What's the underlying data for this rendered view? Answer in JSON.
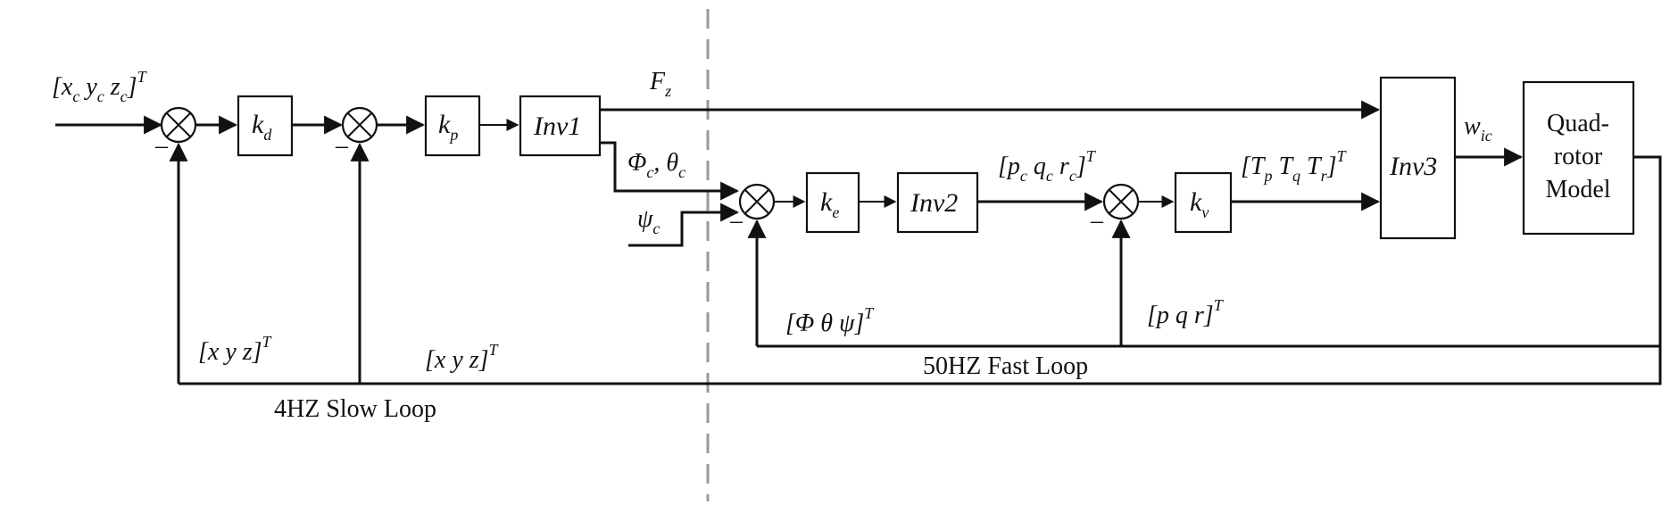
{
  "blocks": {
    "kd": {
      "main": "k",
      "sub": "d"
    },
    "kp": {
      "main": "k",
      "sub": "p"
    },
    "inv1": "Inv1",
    "ke": {
      "main": "k",
      "sub": "e"
    },
    "inv2": "Inv2",
    "kv": {
      "main": "k",
      "sub": "v"
    },
    "inv3": "Inv3",
    "quad": [
      "Quad-",
      "rotor",
      "Model"
    ]
  },
  "signals": {
    "input": {
      "open": "[x",
      "s1": "c",
      "y": " y",
      "s2": "c",
      "z": " z",
      "s3": "c",
      "close": "]",
      "sup": "T"
    },
    "fz": {
      "main": "F",
      "sub": "z"
    },
    "phi_theta": {
      "a": "Φ",
      "s1": "c",
      "b": ", θ",
      "s2": "c"
    },
    "psi": {
      "main": "ψ",
      "sub": "c"
    },
    "pqr_c": {
      "open": "[p",
      "s1": "c",
      "q": " q",
      "s2": "c",
      "r": " r",
      "s3": "c",
      "close": "]",
      "sup": "T"
    },
    "torques": {
      "open": "[T",
      "s1": "p",
      "q": " T",
      "s2": "q",
      "r": " T",
      "s3": "r",
      "close": "]",
      "sup": "T"
    },
    "wic": {
      "main": "w",
      "sub": "ic"
    },
    "angles_fb": {
      "main": "[Φ θ ψ]",
      "sup": "T"
    },
    "rates_fb": {
      "main": "[p q r]",
      "sup": "T"
    },
    "pos_fb1": {
      "main": "[x y z]",
      "sup": "T"
    },
    "pos_fb2": {
      "main": "[x y z]",
      "sup": "T"
    }
  },
  "loops": {
    "fast": "50HZ Fast Loop",
    "slow": "4HZ Slow Loop"
  },
  "minus": "–"
}
